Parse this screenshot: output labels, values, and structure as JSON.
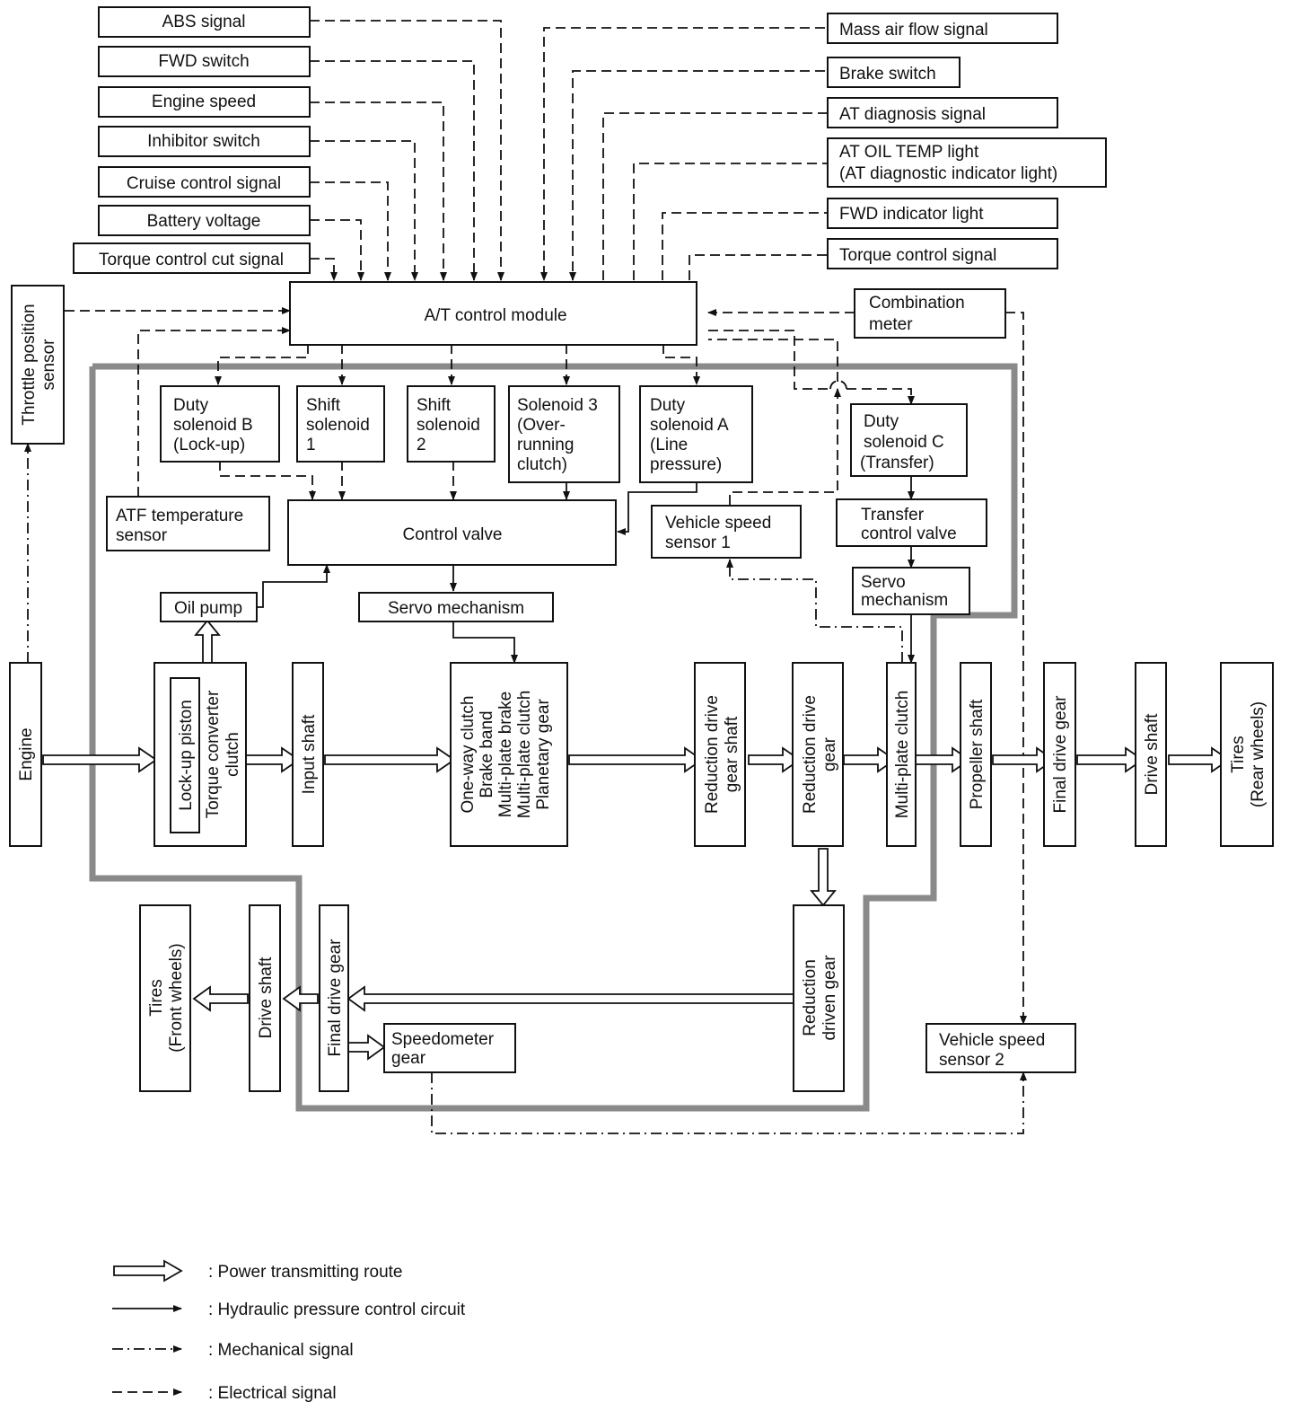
{
  "boxes": {
    "abs_signal": "ABS signal",
    "fwd_switch": "FWD switch",
    "engine_speed": "Engine speed",
    "inhibitor_switch": "Inhibitor switch",
    "cruise_control_signal": "Cruise control signal",
    "battery_voltage": "Battery voltage",
    "torque_control_cut_signal": "Torque control cut signal",
    "mass_air_flow_signal": "Mass air flow signal",
    "brake_switch": "Brake switch",
    "at_diagnosis_signal": "AT diagnosis signal",
    "at_oil_temp_light": [
      "AT OIL TEMP light",
      "(AT diagnostic indicator light)"
    ],
    "fwd_indicator_light": "FWD indicator light",
    "torque_control_signal": "Torque control signal",
    "throttle_position_sensor": [
      "Throttle position",
      "sensor"
    ],
    "at_control_module": "A/T control module",
    "combination_meter": [
      "Combination",
      "meter"
    ],
    "duty_solenoid_b": [
      "Duty",
      "solenoid B",
      "(Lock-up)"
    ],
    "shift_solenoid_1": [
      "Shift",
      "solenoid",
      "1"
    ],
    "shift_solenoid_2": [
      "Shift",
      "solenoid",
      "2"
    ],
    "solenoid_3": [
      "Solenoid 3",
      "(Over-",
      "running",
      "clutch)"
    ],
    "duty_solenoid_a": [
      "Duty",
      "solenoid A",
      "(Line",
      "pressure)"
    ],
    "duty_solenoid_c": [
      "Duty",
      "solenoid C",
      "(Transfer)"
    ],
    "atf_temperature_sensor": [
      "ATF temperature",
      "sensor"
    ],
    "control_valve": "Control valve",
    "vehicle_speed_sensor_1": [
      "Vehicle speed",
      "sensor 1"
    ],
    "transfer_control_valve": [
      "Transfer",
      "control valve"
    ],
    "servo_mechanism_right": [
      "Servo",
      "mechanism"
    ],
    "oil_pump": "Oil pump",
    "servo_mechanism": "Servo mechanism",
    "engine": "Engine",
    "lockup_piston": "Lock-up piston",
    "torque_converter_clutch": [
      "Torque converter",
      "clutch"
    ],
    "input_shaft": "Input shaft",
    "planetary_group": [
      "One-way clutch",
      "Brake band",
      "Multi-plate brake",
      "Multi-plate clutch",
      "Planetary gear"
    ],
    "reduction_drive_gear_shaft": [
      "Reduction drive",
      "gear shaft"
    ],
    "reduction_drive_gear": [
      "Reduction drive",
      "gear"
    ],
    "multi_plate_clutch": "Multi-plate clutch",
    "propeller_shaft": "Propeller shaft",
    "final_drive_gear_rear": "Final drive gear",
    "drive_shaft_rear": "Drive shaft",
    "tires_rear": [
      "Tires",
      "(Rear wheels)"
    ],
    "tires_front": [
      "Tires",
      "(Front wheels)"
    ],
    "drive_shaft_front": "Drive shaft",
    "final_drive_gear_front": "Final drive gear",
    "speedometer_gear": [
      "Speedometer",
      "gear"
    ],
    "reduction_driven_gear": [
      "Reduction",
      "driven gear"
    ],
    "vehicle_speed_sensor_2": [
      "Vehicle speed",
      "sensor 2"
    ]
  },
  "legend": {
    "power": ":  Power transmitting route",
    "hydraulic": ":  Hydraulic pressure control circuit",
    "mechanical": ":  Mechanical signal",
    "electrical": ":  Electrical signal"
  }
}
